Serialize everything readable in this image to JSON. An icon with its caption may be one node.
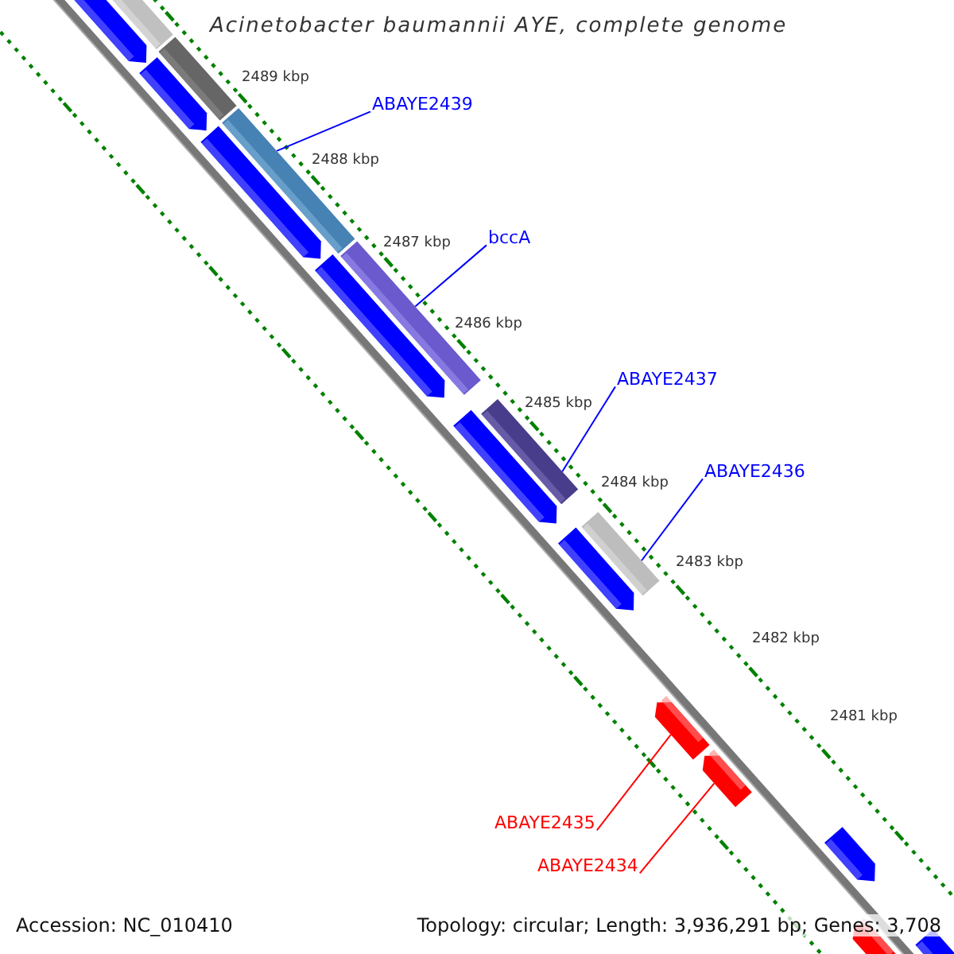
{
  "diagram": {
    "title": "Acinetobacter baumannii AYE, complete genome",
    "nodes": [
      {
        "text": [],
        "shape": "arrow"
      },
      {
        "text": [],
        "shape": "bar"
      },
      {
        "text": [],
        "shape": "bar"
      },
      {
        "text": [],
        "shape": "arrow"
      },
      {
        "text": [],
        "shape": "arrow"
      },
      {
        "text": [
          "ABAYE2439"
        ]
      },
      {
        "text": [],
        "shape": "bar"
      },
      {
        "text": [],
        "shape": "arrow"
      },
      {
        "text": [
          "bccA"
        ]
      },
      {
        "text": [],
        "shape": "bar"
      },
      {
        "text": [],
        "shape": "arrow"
      },
      {
        "text": [
          "ABAYE2437"
        ]
      },
      {
        "text": [],
        "shape": "bar"
      },
      {
        "text": [],
        "shape": "arrow"
      },
      {
        "text": [
          "ABAYE2436"
        ]
      },
      {
        "text": [],
        "shape": "bar"
      },
      {
        "text": [
          "ABAYE2435"
        ]
      },
      {
        "text": [],
        "shape": "arrow"
      },
      {
        "text": [
          "ABAYE2434"
        ]
      },
      {
        "text": [],
        "shape": "arrow"
      },
      {
        "text": [],
        "shape": "arrow"
      },
      {
        "text": [],
        "shape": "arrow"
      },
      {
        "text": [],
        "shape": "arrow"
      }
    ],
    "edges": [
      {
        "from": 5,
        "to": 6,
        "arrow": "none"
      },
      {
        "from": 8,
        "to": 9,
        "arrow": "none"
      },
      {
        "from": 11,
        "to": 12,
        "arrow": "none"
      },
      {
        "from": 14,
        "to": 15,
        "arrow": "none"
      },
      {
        "from": 16,
        "to": 17,
        "arrow": "none",
        "color": "#ff0000"
      },
      {
        "from": 18,
        "to": 19,
        "arrow": "none",
        "color": "#ff0000"
      }
    ],
    "labels": [
      "2489 kbp",
      "2488 kbp",
      "2487 kbp",
      "2486 kbp",
      "2485 kbp",
      "2484 kbp",
      "2483 kbp",
      "2482 kbp",
      "2481 kbp",
      "Accession: NC_010410",
      "Topology: circular; Length: 3,936,291 bp; Genes: 3,708"
    ]
  }
}
